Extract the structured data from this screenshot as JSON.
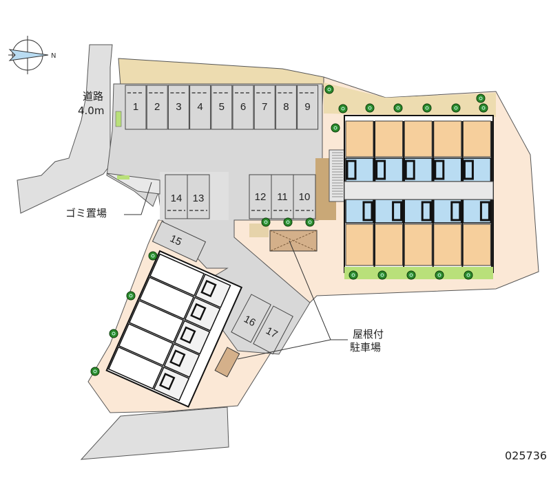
{
  "title": "Site plan",
  "compass": {
    "north_label": "N",
    "icon": "compass-icon"
  },
  "road": {
    "name": "道路",
    "width": "4.0m"
  },
  "labels": {
    "garbage": "ゴミ置場",
    "covered_parking_line1": "屋根付",
    "covered_parking_line2": "駐車場",
    "property_id": "025736"
  },
  "parking_spaces": [
    "1",
    "2",
    "3",
    "4",
    "5",
    "6",
    "7",
    "8",
    "9",
    "10",
    "11",
    "12",
    "13",
    "14",
    "15",
    "16",
    "17"
  ],
  "colors": {
    "road": "#e0e0e0",
    "lot": "#d8d8d8",
    "garden": "#eddcb0",
    "yard": "#fbe8d6",
    "room": "#f6cf9c",
    "wet_area": "#b9dcf2",
    "tree": "#2c8a2c",
    "hedge": "#b9e07a"
  }
}
